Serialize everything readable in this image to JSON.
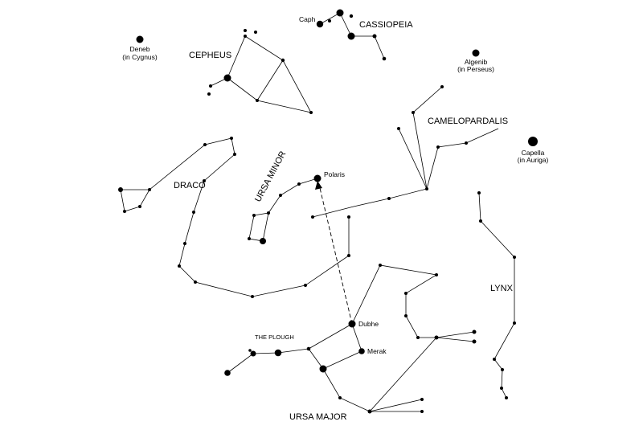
{
  "constellations": {
    "cassiopeia": "CASSIOPEIA",
    "cepheus": "CEPHEUS",
    "camelopardalis": "CAMELOPARDALIS",
    "draco": "DRACO",
    "ursa_minor": "URSA MINOR",
    "lynx": "LYNX",
    "the_plough": "THE PLOUGH",
    "ursa_major": "URSA MAJOR"
  },
  "stars": {
    "caph": "Caph",
    "deneb": "Deneb",
    "deneb_note": "(in Cygnus)",
    "algenib": "Algenib",
    "algenib_note": "(in Perseus)",
    "capella": "Capella",
    "capella_note": "(in Auriga)",
    "polaris": "Polaris",
    "dubhe": "Dubhe",
    "merak": "Merak"
  },
  "colors": {
    "ink": "#000000",
    "background": "#ffffff"
  }
}
